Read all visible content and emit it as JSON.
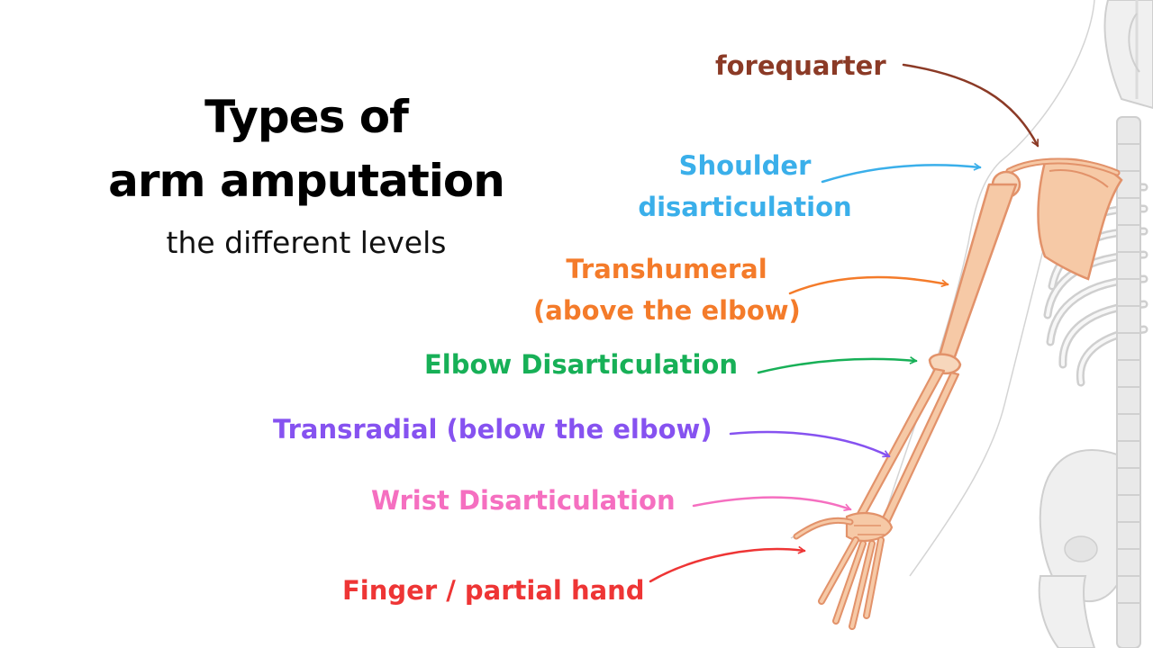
{
  "title": {
    "line1": "Types of",
    "line2": "arm amputation"
  },
  "subtitle": "the different levels",
  "levels": [
    {
      "id": "forequarter",
      "lines": [
        "forequarter"
      ],
      "color": "#8B3A26"
    },
    {
      "id": "shoulder",
      "lines": [
        "Shoulder",
        "disarticulation"
      ],
      "color": "#3AAFEA"
    },
    {
      "id": "transhumeral",
      "lines": [
        "Transhumeral",
        "(above the elbow)"
      ],
      "color": "#F47B2A"
    },
    {
      "id": "elbow",
      "lines": [
        "Elbow Disarticulation"
      ],
      "color": "#17B057"
    },
    {
      "id": "transradial",
      "lines": [
        "Transradial (below the elbow)"
      ],
      "color": "#8652F0"
    },
    {
      "id": "wrist",
      "lines": [
        "Wrist Disarticulation"
      ],
      "color": "#F56FC0"
    },
    {
      "id": "finger",
      "lines": [
        "Finger / partial hand"
      ],
      "color": "#EE3535"
    }
  ]
}
